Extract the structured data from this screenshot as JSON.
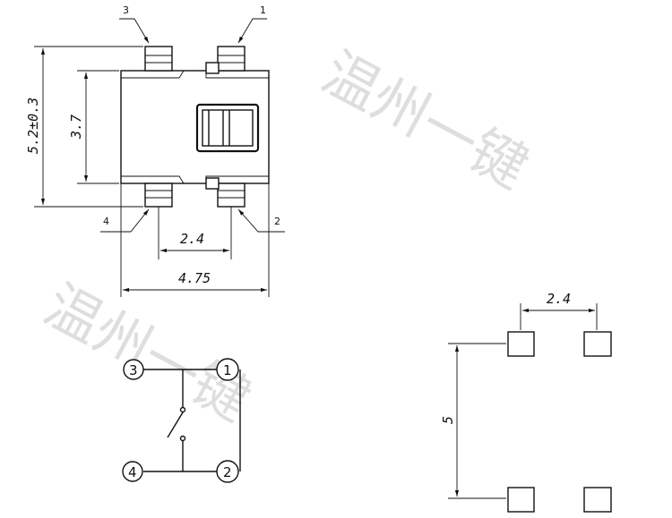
{
  "watermark": {
    "text_1": "温州一键",
    "text_2": "温州一键"
  },
  "top_view": {
    "pin_labels": [
      "1",
      "2",
      "3",
      "4"
    ],
    "dim_height": "5.2±0.3",
    "dim_body": "3.7",
    "dim_pin_pitch": "2.4",
    "dim_width": "4.75"
  },
  "schematic": {
    "pins": [
      "1",
      "2",
      "3",
      "4"
    ]
  },
  "footprint": {
    "dim_pitch": "2.4",
    "dim_rows": "5"
  },
  "colors": {
    "line": "#111111",
    "watermark": "#c4c4c4"
  }
}
